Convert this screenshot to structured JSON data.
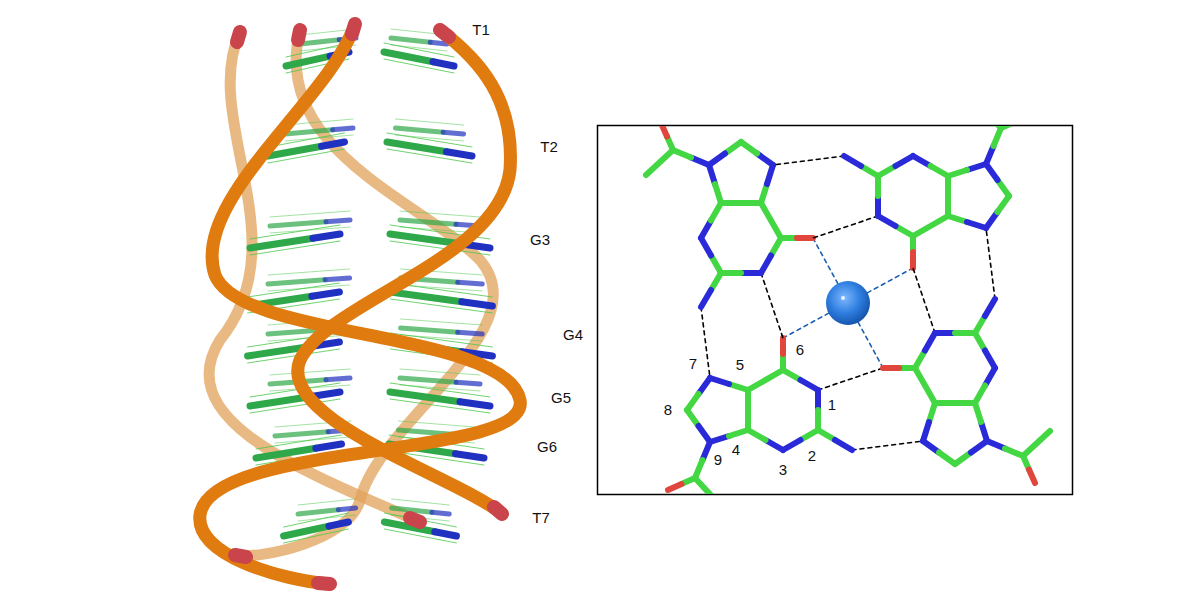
{
  "diagram": {
    "labels": [
      "T1",
      "T2",
      "G3",
      "G4",
      "G5",
      "G6",
      "T7",
      "7",
      "5",
      "6",
      "8",
      "1",
      "9",
      "4",
      "2",
      "3"
    ]
  }
}
